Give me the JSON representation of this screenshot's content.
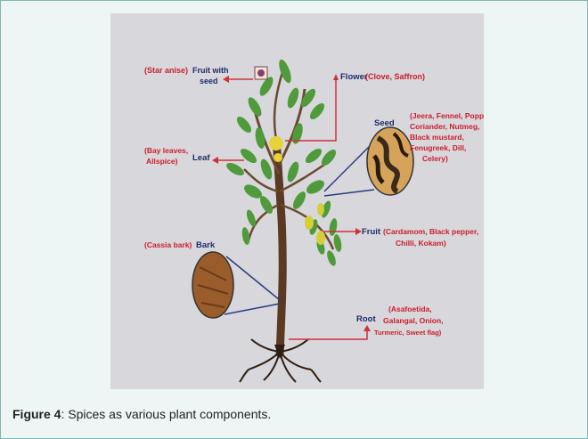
{
  "caption": {
    "figure_label": "Figure 4",
    "text": ": Spices as various plant components."
  },
  "diagram": {
    "flower": {
      "part": "Flower",
      "examples": "(Clove, Saffron)"
    },
    "fruit_with_seed": {
      "examples": "(Star anise)",
      "part_line1": "Fruit with",
      "part_line2": "seed"
    },
    "seed": {
      "part": "Seed",
      "examples_lines": [
        "(Jeera, Fennel, Poppy,",
        "Coriander, Nutmeg,",
        "Black mustard,",
        "Fenugreek, Dill,",
        "Celery)"
      ]
    },
    "leaf": {
      "part": "Leaf",
      "examples_line1": "(Bay leaves,",
      "examples_line2": "Allspice)"
    },
    "fruit": {
      "part": "Fruit",
      "examples_line1": "(Cardamom, Black pepper,",
      "examples_line2": "Chilli, Kokam)"
    },
    "bark": {
      "part": "Bark",
      "examples": "(Cassia bark)"
    },
    "root": {
      "part": "Root",
      "examples_lines": [
        "(Asafoetida,",
        "Galangal, Onion,",
        "Turmeric, Sweet flag)"
      ]
    },
    "colors": {
      "label_red": "#cc1f2a",
      "label_blue": "#1f2a6b",
      "leaf_green": "#4f9a3a",
      "trunk_brown": "#5a3a22",
      "arrow_red": "#d0303a"
    }
  }
}
